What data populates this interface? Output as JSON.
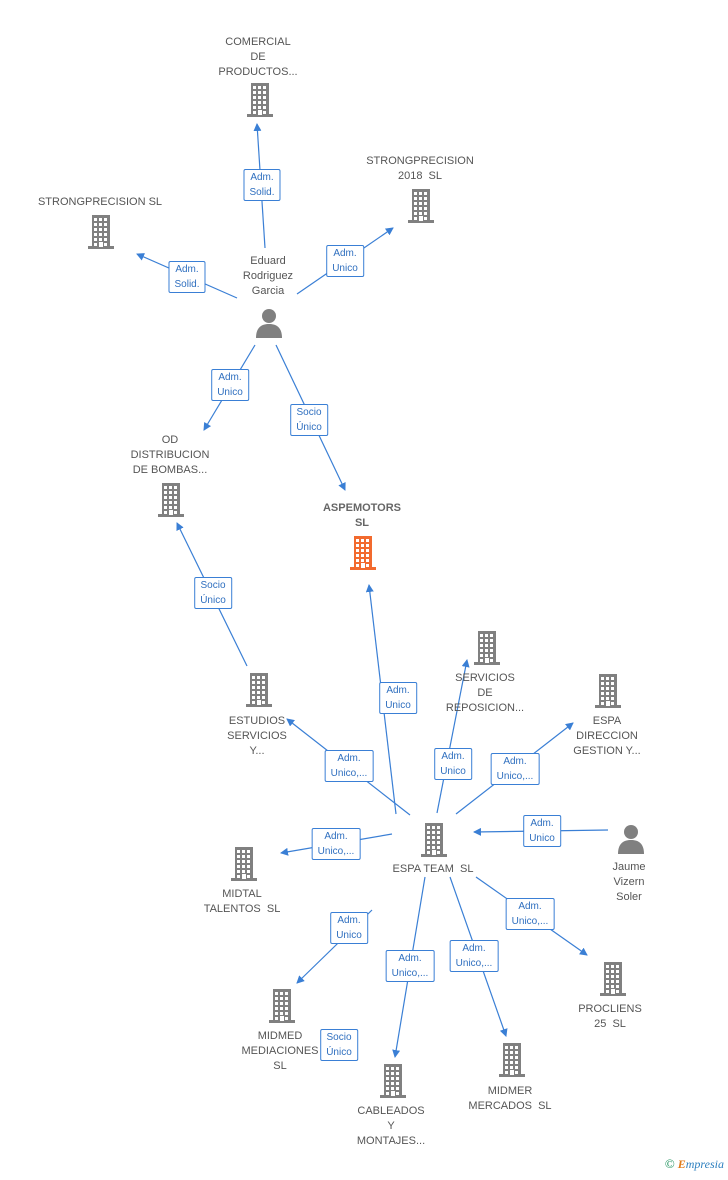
{
  "nodes": [
    {
      "id": "comercial",
      "type": "company",
      "label": "COMERCIAL\nDE\nPRODUCTOS...",
      "color": "#808080"
    },
    {
      "id": "strongprecision2018",
      "type": "company",
      "label": "STRONGPRECISION\n2018  SL",
      "color": "#808080"
    },
    {
      "id": "strongprecisionsl",
      "type": "company",
      "label": "STRONGPRECISION SL",
      "color": "#808080"
    },
    {
      "id": "eduard",
      "type": "person",
      "label": "Eduard\nRodriguez\nGarcia",
      "color": "#808080"
    },
    {
      "id": "od",
      "type": "company",
      "label": "OD\nDISTRIBUCION\nDE BOMBAS...",
      "color": "#808080"
    },
    {
      "id": "aspemotors",
      "type": "company",
      "label": "ASPEMOTORS\nSL",
      "color": "#f26a2e",
      "main": true
    },
    {
      "id": "servicios",
      "type": "company",
      "label": "SERVICIOS\nDE\nREPOSICION...",
      "color": "#808080"
    },
    {
      "id": "espadireccion",
      "type": "company",
      "label": "ESPA\nDIRECCION\nGESTION Y...",
      "color": "#808080"
    },
    {
      "id": "estudios",
      "type": "company",
      "label": "ESTUDIOS\nSERVICIOS\nY...",
      "color": "#808080"
    },
    {
      "id": "espateam",
      "type": "company",
      "label": "ESPA TEAM  SL",
      "color": "#808080"
    },
    {
      "id": "jaume",
      "type": "person",
      "label": "Jaume\nVizern\nSoler",
      "color": "#808080"
    },
    {
      "id": "midtal",
      "type": "company",
      "label": "MIDTAL\nTALENTOS  SL",
      "color": "#808080"
    },
    {
      "id": "procliens",
      "type": "company",
      "label": "PROCLIENS\n25  SL",
      "color": "#808080"
    },
    {
      "id": "midmed",
      "type": "company",
      "label": "MIDMED\nMEDIACIONES\nSL",
      "color": "#808080"
    },
    {
      "id": "midmer",
      "type": "company",
      "label": "MIDMER\nMERCADOS  SL",
      "color": "#808080"
    },
    {
      "id": "cableados",
      "type": "company",
      "label": "CABLEADOS\nY\nMONTAJES...",
      "color": "#808080"
    }
  ],
  "edges": [
    {
      "from": "eduard",
      "to": "comercial",
      "role": "Adm.\nSolid."
    },
    {
      "from": "eduard",
      "to": "strongprecision2018",
      "role": "Adm.\nUnico"
    },
    {
      "from": "eduard",
      "to": "strongprecisionsl",
      "role": "Adm.\nSolid."
    },
    {
      "from": "eduard",
      "to": "od",
      "role": "Adm.\nUnico"
    },
    {
      "from": "eduard",
      "to": "aspemotors",
      "role": "Socio\nÚnico"
    },
    {
      "from": "estudios",
      "to": "od",
      "role": "Socio\nÚnico"
    },
    {
      "from": "espateam",
      "to": "aspemotors",
      "role": "Adm.\nUnico"
    },
    {
      "from": "espateam",
      "to": "estudios",
      "role": "Adm.\nUnico,..."
    },
    {
      "from": "espateam",
      "to": "servicios",
      "role": "Adm.\nUnico"
    },
    {
      "from": "espateam",
      "to": "espadireccion",
      "role": "Adm.\nUnico,..."
    },
    {
      "from": "jaume",
      "to": "espateam",
      "role": "Adm.\nUnico"
    },
    {
      "from": "espateam",
      "to": "midtal",
      "role": "Adm.\nUnico,..."
    },
    {
      "from": "espateam",
      "to": "procliens",
      "role": "Adm.\nUnico,..."
    },
    {
      "from": "espateam",
      "to": "midmed",
      "role": "Adm.\nUnico"
    },
    {
      "from": "espateam",
      "to": "midmer",
      "role": "Adm.\nUnico,..."
    },
    {
      "from": "espateam",
      "to": "cableados",
      "role": "Adm.\nUnico,..."
    },
    {
      "from": "midmed",
      "to": "midmed",
      "role": "Socio\nÚnico"
    }
  ],
  "colors": {
    "edge": "#3a7fd5",
    "node": "#808080",
    "highlight": "#f26a2e"
  },
  "footer": {
    "copyright": "©",
    "brand_initial": "E",
    "brand_rest": "mpresia"
  }
}
